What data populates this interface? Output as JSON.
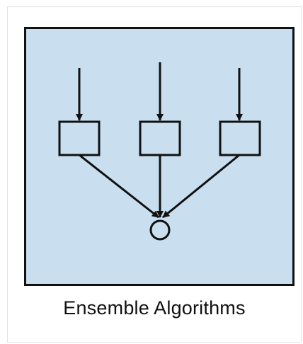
{
  "caption": "Ensemble Algorithms",
  "colors": {
    "panel_fill": "#c9dff0",
    "stroke": "#111111",
    "card_border": "#e2e2e2"
  },
  "diagram": {
    "input_count": 3,
    "nodes": [
      "box-left",
      "box-middle",
      "box-right",
      "output-circle"
    ]
  }
}
